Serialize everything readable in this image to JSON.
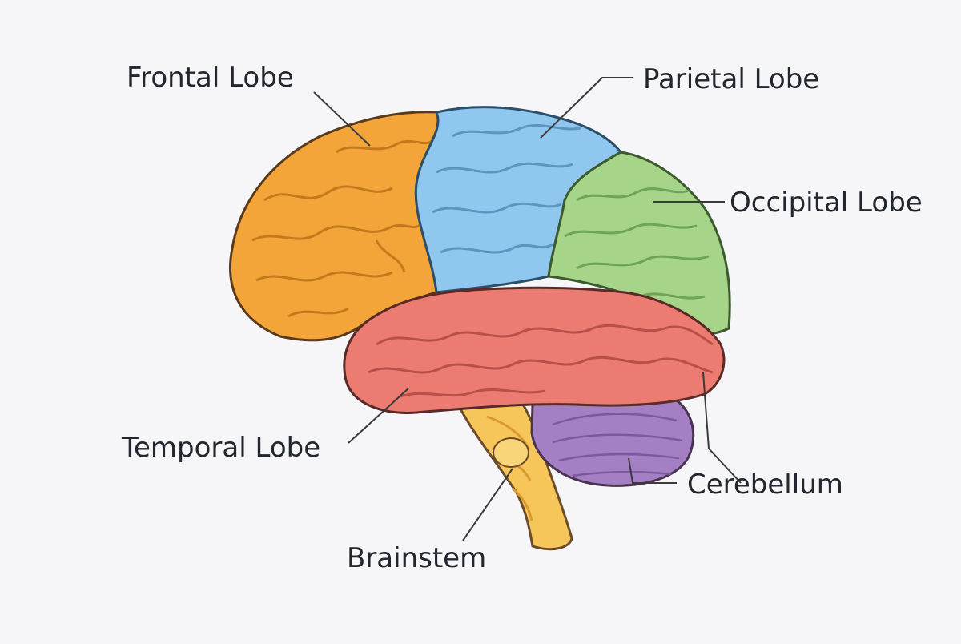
{
  "diagram": {
    "labels": {
      "frontal": "Frontal Lobe",
      "parietal": "Parietal Lobe",
      "occipital": "Occipital Lobe",
      "temporal": "Temporal Lobe",
      "cerebellum": "Cerebellum",
      "brainstem": "Brainstem"
    },
    "colors": {
      "frontal": "#f3a53a",
      "parietal": "#8fc7ef",
      "occipital": "#a6d58a",
      "temporal": "#ec7b72",
      "cerebellum": "#a47fc3",
      "brainstem": "#f7c65a",
      "outline": "#4a3a35",
      "background": "#f6f6f8",
      "text": "#22262e"
    }
  }
}
